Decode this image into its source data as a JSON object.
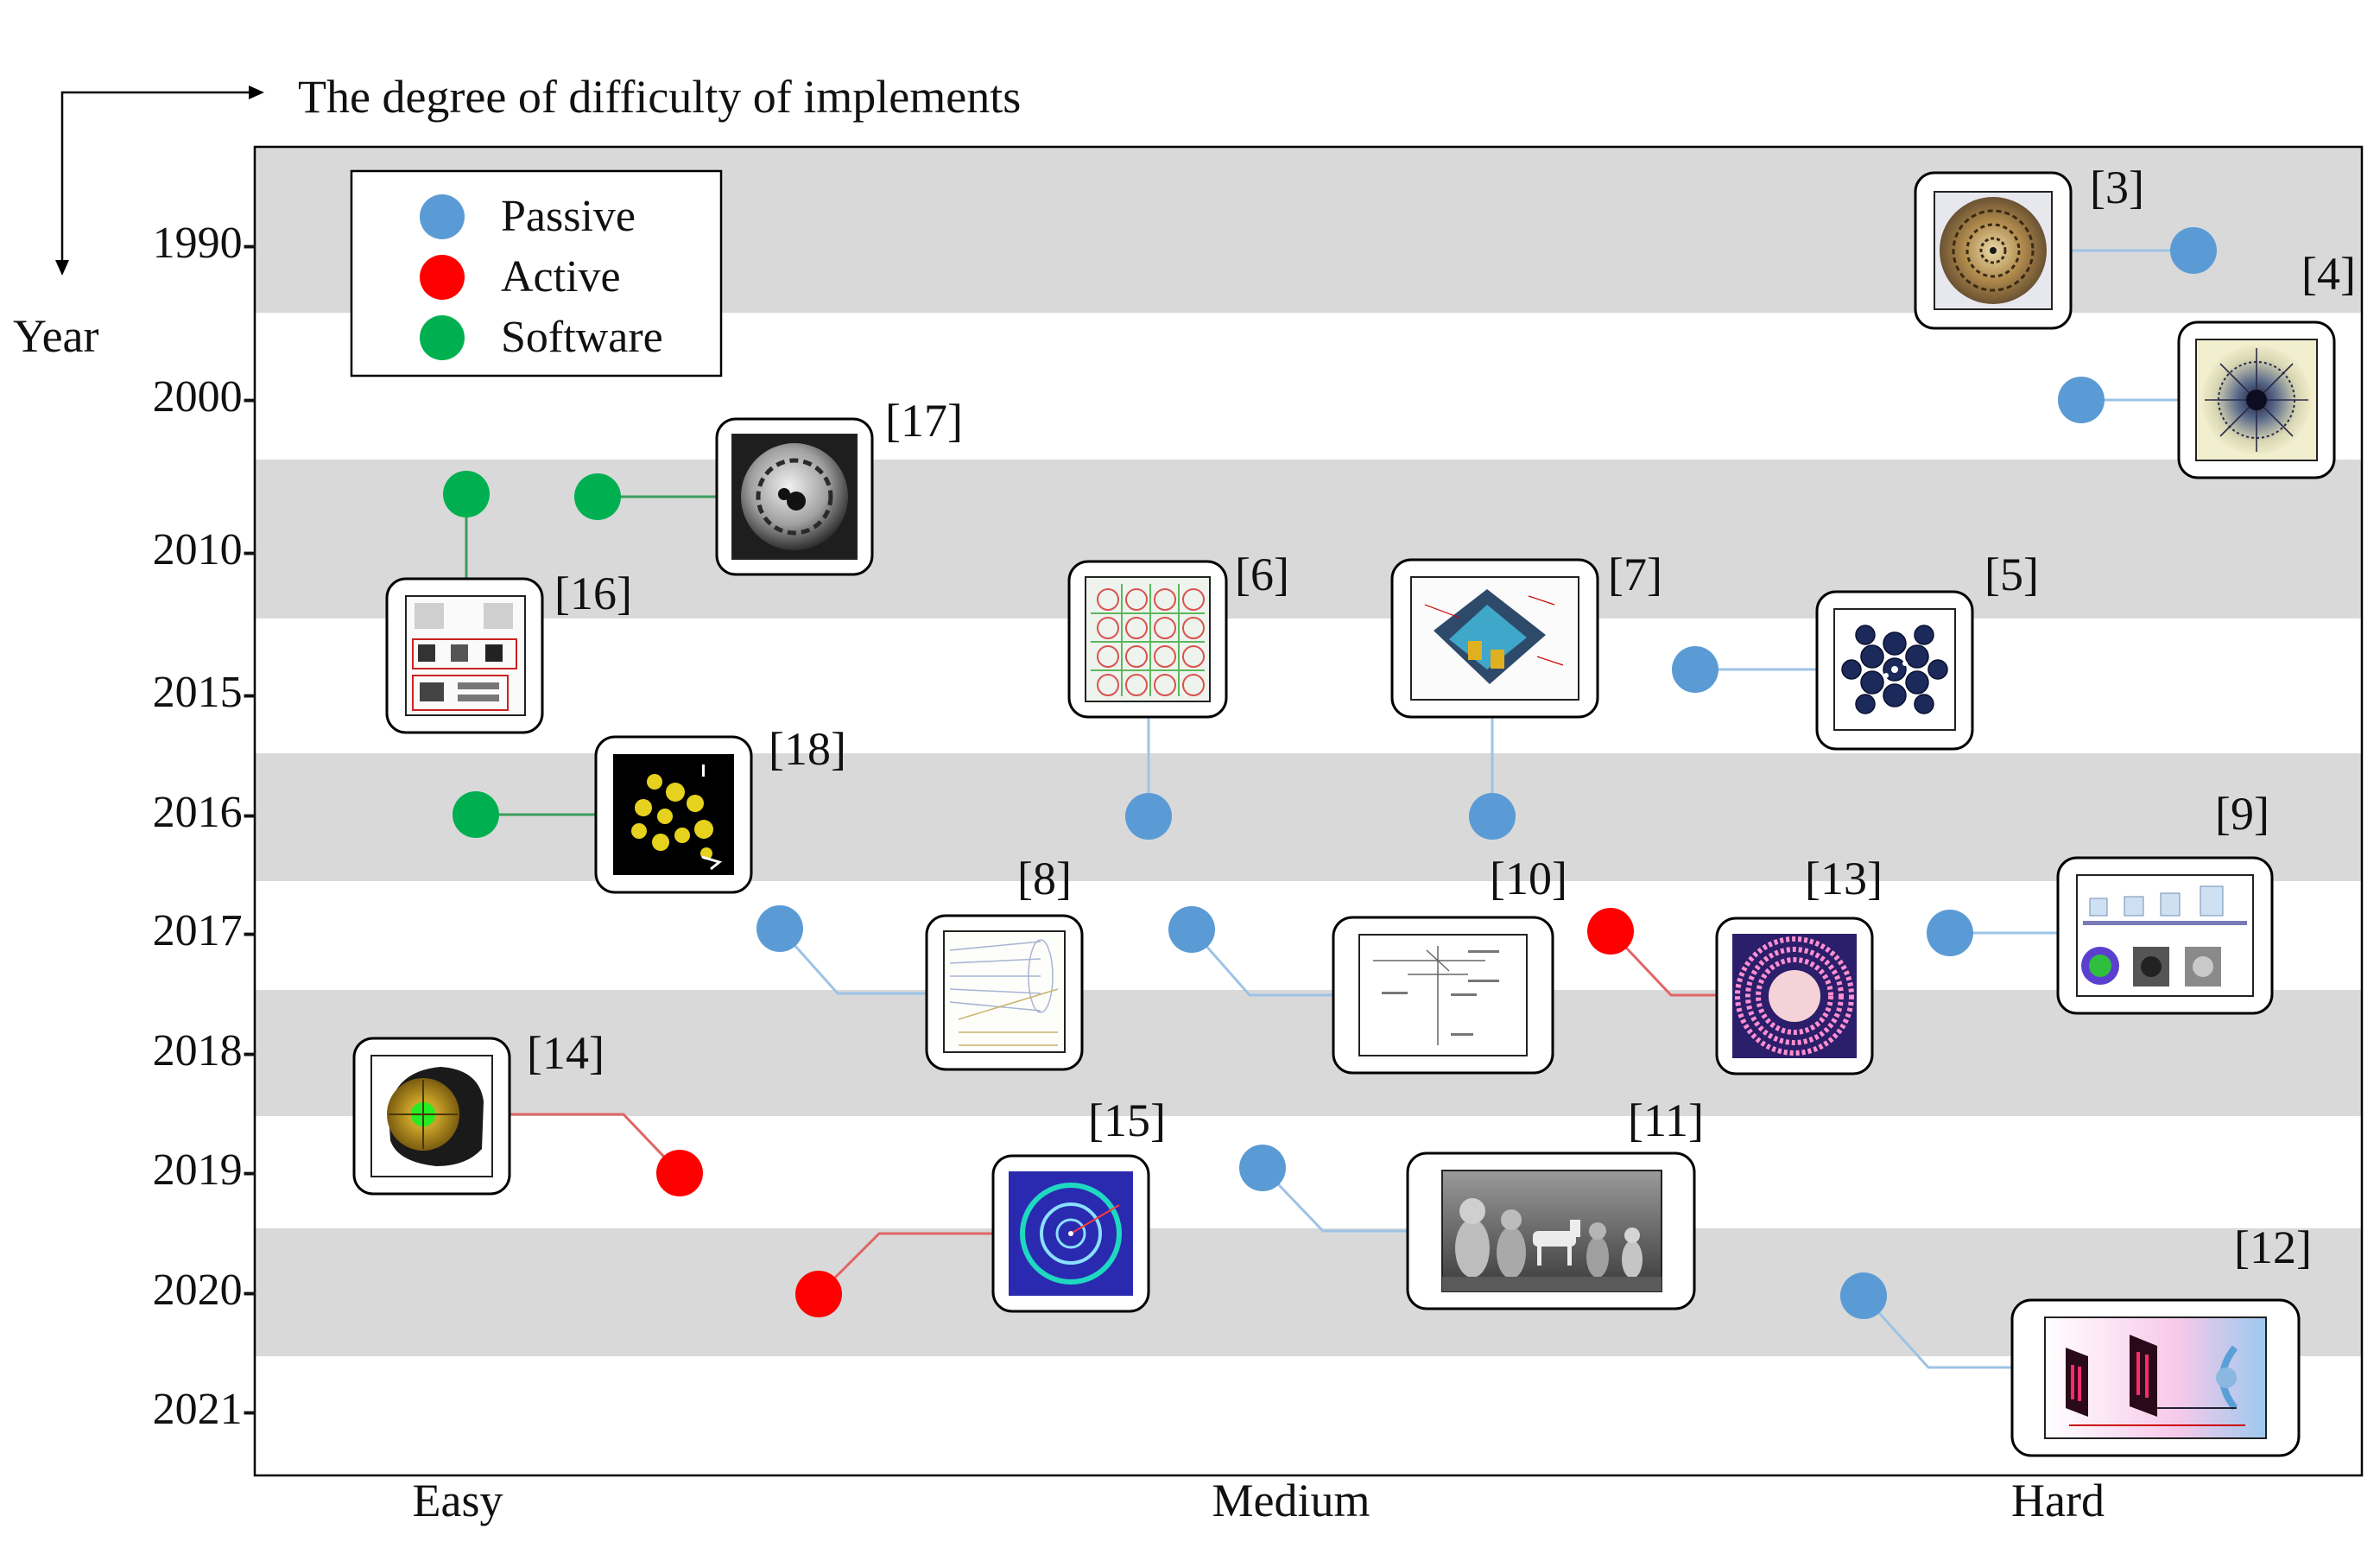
{
  "header_label": "The degree of difficulty of implements",
  "y_axis_label": "Year",
  "years": [
    "1990-",
    "2000-",
    "2010-",
    "2015-",
    "2016-",
    "2017-",
    "2018-",
    "2019-",
    "2020-",
    "2021-"
  ],
  "difficulty_levels": [
    "Easy",
    "Medium",
    "Hard"
  ],
  "legend": [
    {
      "label": "Passive",
      "color": "#5b9bd5"
    },
    {
      "label": "Active",
      "color": "#ff0000"
    },
    {
      "label": "Software",
      "color": "#00b050"
    }
  ],
  "colors": {
    "band": "#d9d9d9",
    "passive": "#5b9bd5",
    "active": "#ff0000",
    "software": "#00b050",
    "passive_line": "#9dc3e6",
    "active_line": "#e06666",
    "software_line": "#3c9d5d"
  },
  "references": [
    {
      "ref": "[3]",
      "category": "passive",
      "year": "1990",
      "difficulty": "hard",
      "icon": "spiral-mask-icon"
    },
    {
      "ref": "[4]",
      "category": "passive",
      "year": "2000",
      "difficulty": "hard",
      "icon": "mandala-mask-icon"
    },
    {
      "ref": "[17]",
      "category": "software",
      "year": "2005",
      "difficulty": "easy",
      "icon": "panoramic-lens-icon"
    },
    {
      "ref": "[16]",
      "category": "software",
      "year": "2005",
      "difficulty": "easy",
      "icon": "image-pipeline-icon"
    },
    {
      "ref": "[6]",
      "category": "passive",
      "year": "2016",
      "difficulty": "medium",
      "icon": "grid-array-icon"
    },
    {
      "ref": "[7]",
      "category": "passive",
      "year": "2016",
      "difficulty": "medium",
      "icon": "baffle-device-icon"
    },
    {
      "ref": "[5]",
      "category": "passive",
      "year": "2015",
      "difficulty": "hard",
      "icon": "lens-cluster-icon"
    },
    {
      "ref": "[18]",
      "category": "software",
      "year": "2016",
      "difficulty": "easy",
      "icon": "dot-pattern-icon"
    },
    {
      "ref": "[9]",
      "category": "passive",
      "year": "2017",
      "difficulty": "hard",
      "icon": "lens-setup-icon"
    },
    {
      "ref": "[8]",
      "category": "passive",
      "year": "2017",
      "difficulty": "easy",
      "icon": "light-cone-icon"
    },
    {
      "ref": "[10]",
      "category": "passive",
      "year": "2017",
      "difficulty": "medium",
      "icon": "optical-schematic-icon"
    },
    {
      "ref": "[13]",
      "category": "active",
      "year": "2017",
      "difficulty": "medium",
      "icon": "hex-aperture-icon"
    },
    {
      "ref": "[14]",
      "category": "active",
      "year": "2019",
      "difficulty": "easy",
      "icon": "camera-device-icon"
    },
    {
      "ref": "[15]",
      "category": "active",
      "year": "2020",
      "difficulty": "easy",
      "icon": "ring-pattern-icon"
    },
    {
      "ref": "[11]",
      "category": "passive",
      "year": "2019",
      "difficulty": "medium",
      "icon": "toy-scene-icon"
    },
    {
      "ref": "[12]",
      "category": "passive",
      "year": "2020",
      "difficulty": "hard",
      "icon": "two-mask-icon"
    }
  ]
}
